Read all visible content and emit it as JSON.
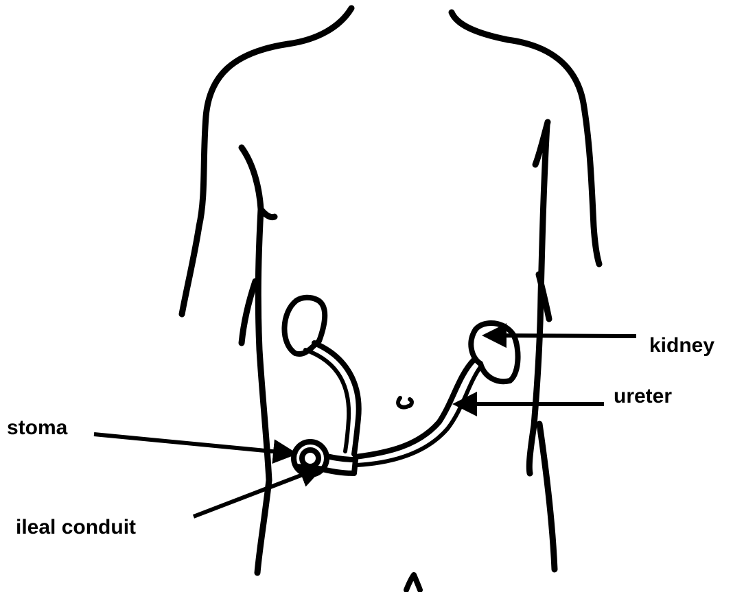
{
  "figure": {
    "labels": {
      "kidney": "kidney",
      "ureter": "ureter",
      "stoma": "stoma",
      "ileal_conduit": "ileal conduit"
    },
    "colors": {
      "ink": "#000000",
      "background": "#ffffff"
    }
  }
}
